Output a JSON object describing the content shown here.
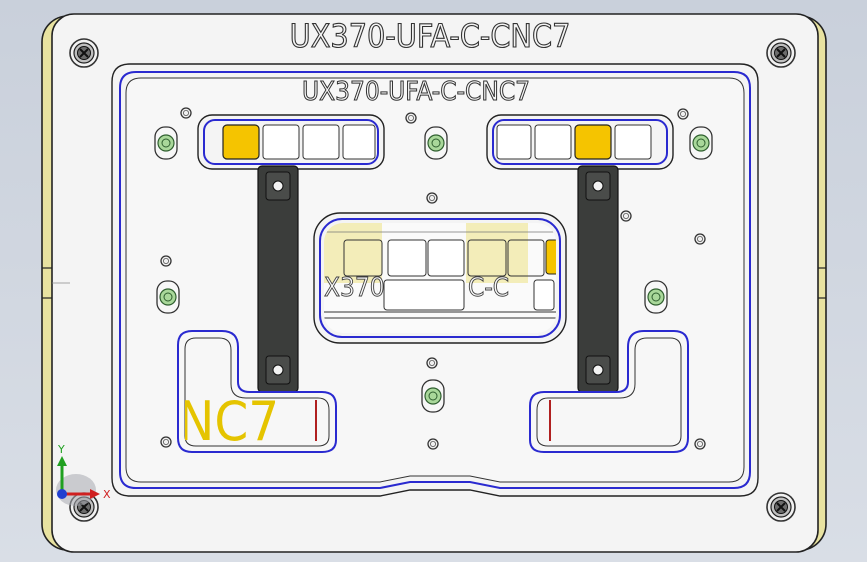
{
  "viewport": {
    "background_top": "#c9d0db",
    "background_bottom": "#d9dee6"
  },
  "plate": {
    "title": "UX370-UFA-C-CNC7",
    "fill": "#f4f4f4",
    "edge_color": "#222222",
    "side_accent_color": "#e8e2a0"
  },
  "pocket": {
    "title": "UX370-UFA-C-CNC7",
    "outline_color": "#2a2ad0"
  },
  "engraving": {
    "text": "NC7",
    "color": "#e5c400"
  },
  "inner_pocket": {
    "left_text": "X370",
    "right_text": "C-C",
    "fill": "#f3edb9"
  },
  "pads": {
    "highlight_color": "#f5c400",
    "outline_color": "#2a2ad0"
  },
  "clamps": {
    "bar_color": "#3b3d3b"
  },
  "locator_pins": {
    "color": "#a9d89a"
  },
  "triad": {
    "x_label": "X",
    "y_label": "Y",
    "x_color": "#d02020",
    "y_color": "#20a020",
    "z_color": "#2040d0"
  }
}
